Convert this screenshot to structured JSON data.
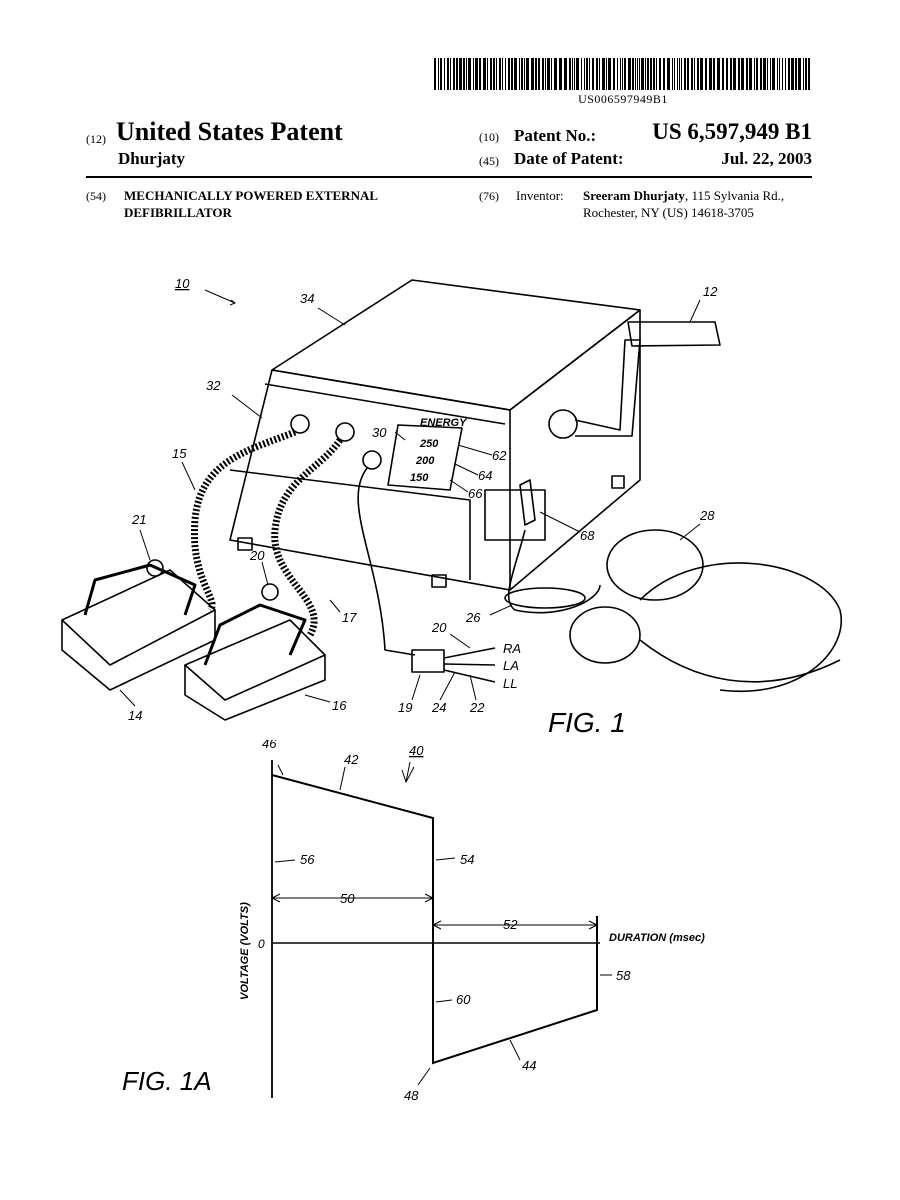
{
  "barcode_number": "US006597949B1",
  "header": {
    "kind_code": "(12)",
    "country_title": "United States Patent",
    "applicant": "Dhurjaty",
    "patent_no_code": "(10)",
    "patent_no_label": "Patent No.:",
    "patent_no": "US 6,597,949 B1",
    "date_code": "(45)",
    "date_label": "Date of Patent:",
    "date": "Jul. 22, 2003"
  },
  "biblio": {
    "title_code": "(54)",
    "title_line1": "MECHANICALLY POWERED EXTERNAL",
    "title_line2": "DEFIBRILLATOR",
    "inventor_code": "(76)",
    "inventor_label": "Inventor:",
    "inventor_name": "Sreeram Dhurjaty",
    "inventor_addr1": ", 115 Sylvania Rd.,",
    "inventor_addr2": "Rochester, NY (US) 14618-3705"
  },
  "fig1": {
    "caption": "FIG. 1",
    "energy_title": "ENERGY",
    "energy_levels": [
      "250",
      "200",
      "150"
    ],
    "leads": [
      "RA",
      "LA",
      "LL"
    ],
    "refs": {
      "r10": "10",
      "r12": "12",
      "r14": "14",
      "r15": "15",
      "r16": "16",
      "r17": "17",
      "r19": "19",
      "r20a": "20",
      "r20b": "20",
      "r21": "21",
      "r22": "22",
      "r24": "24",
      "r26": "26",
      "r28": "28",
      "r30": "30",
      "r32": "32",
      "r34": "34",
      "r62": "62",
      "r64": "64",
      "r66": "66",
      "r68": "68"
    }
  },
  "fig1a": {
    "caption": "FIG. 1A",
    "ylabel": "VOLTAGE (VOLTS)",
    "xlabel": "DURATION (msec)",
    "zero_label": "0",
    "refs": {
      "r40": "40",
      "r42": "42",
      "r44": "44",
      "r46": "46",
      "r48": "48",
      "r50": "50",
      "r52": "52",
      "r54": "54",
      "r56": "56",
      "r58": "58",
      "r60": "60"
    }
  }
}
